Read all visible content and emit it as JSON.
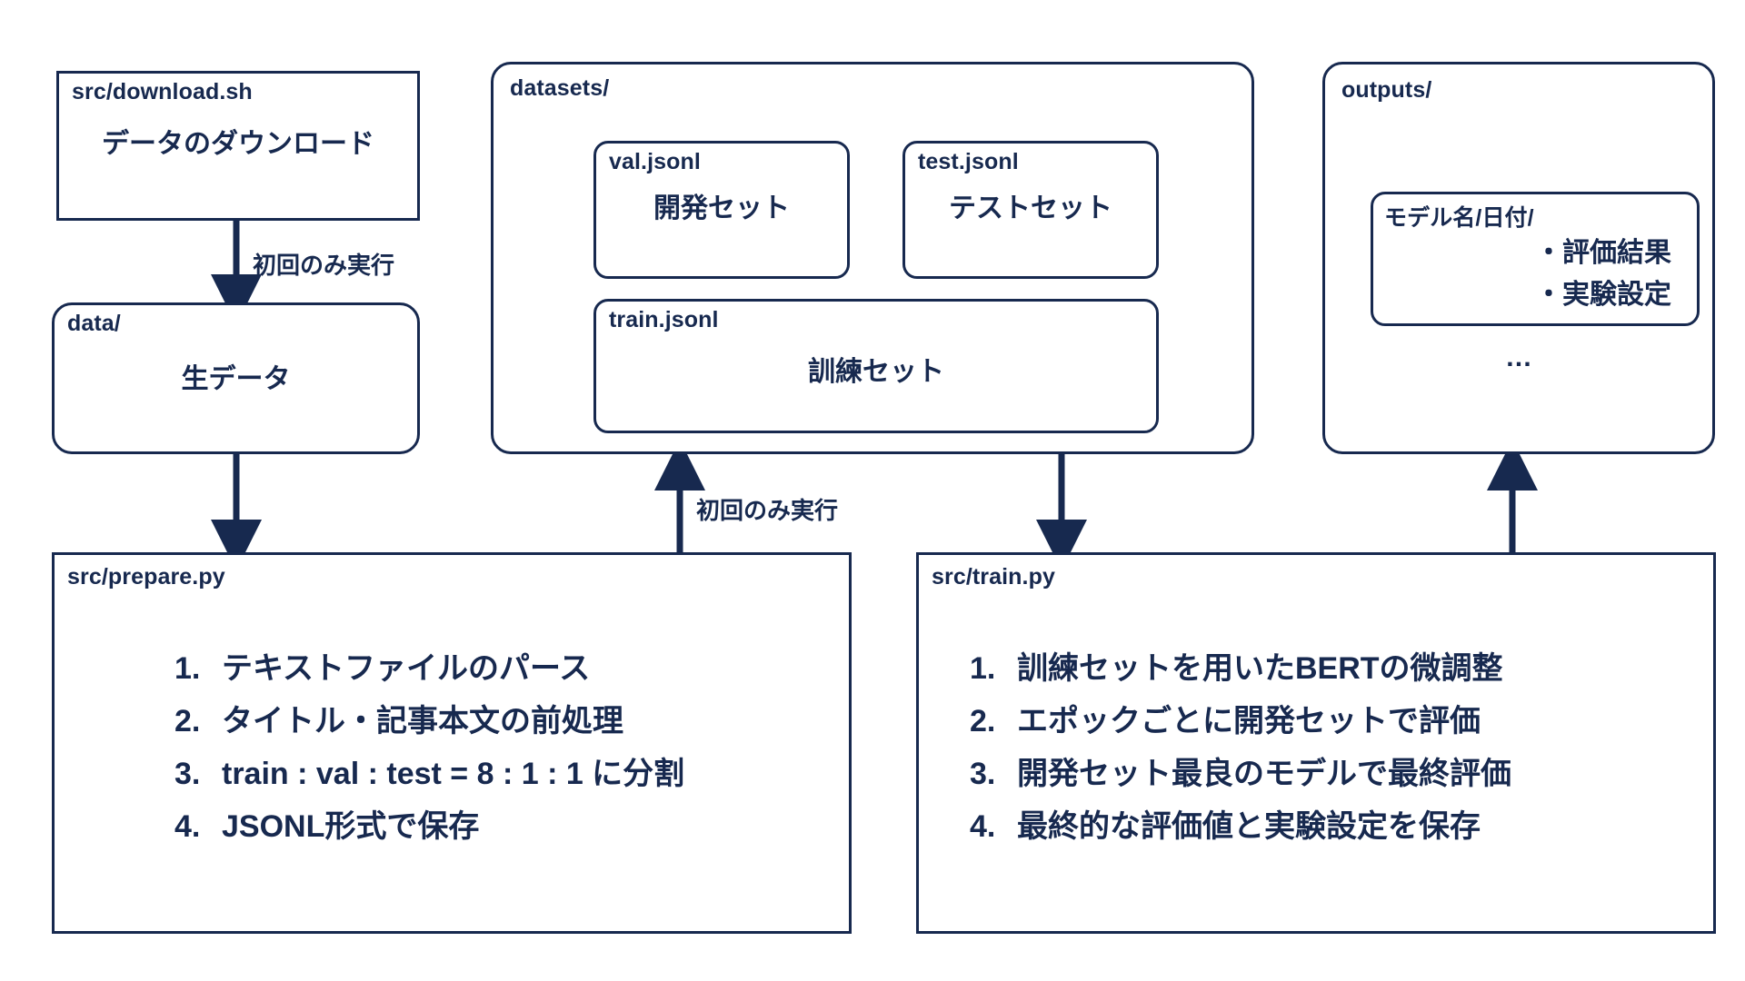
{
  "diagram": {
    "nodes": {
      "download_sh": {
        "caption": "src/download.sh",
        "body": "データのダウンロード"
      },
      "data_dir": {
        "caption": "data/",
        "body": "生データ"
      },
      "datasets_dir": {
        "caption": "datasets/"
      },
      "val_jsonl": {
        "caption": "val.jsonl",
        "body": "開発セット"
      },
      "test_jsonl": {
        "caption": "test.jsonl",
        "body": "テストセット"
      },
      "train_jsonl": {
        "caption": "train.jsonl",
        "body": "訓練セット"
      },
      "outputs_dir": {
        "caption": "outputs/",
        "ellipsis": "…"
      },
      "model_run_dir": {
        "caption": "モデル名/日付/",
        "bullets": [
          "・評価結果",
          "・実験設定"
        ]
      },
      "prepare_py": {
        "caption": "src/prepare.py",
        "steps": [
          {
            "num": "1.",
            "text": "テキストファイルのパース"
          },
          {
            "num": "2.",
            "text": "タイトル・記事本文の前処理"
          },
          {
            "num": "3.",
            "text": "train : val : test = 8 : 1 : 1 に分割"
          },
          {
            "num": "4.",
            "text": "JSONL形式で保存"
          }
        ]
      },
      "train_py": {
        "caption": "src/train.py",
        "steps": [
          {
            "num": "1.",
            "text": "訓練セットを用いたBERTの微調整"
          },
          {
            "num": "2.",
            "text": "エポックごとに開発セットで評価"
          },
          {
            "num": "3.",
            "text": "開発セット最良のモデルで最終評価"
          },
          {
            "num": "4.",
            "text": "最終的な評価値と実験設定を保存"
          }
        ]
      }
    },
    "edges": [
      {
        "id": "download-to-data",
        "label": "初回のみ実行"
      },
      {
        "id": "data-to-prepare",
        "label": ""
      },
      {
        "id": "prepare-to-datasets",
        "label": "初回のみ実行"
      },
      {
        "id": "datasets-to-train",
        "label": ""
      },
      {
        "id": "train-to-outputs",
        "label": ""
      }
    ],
    "colors": {
      "stroke": "#17294f",
      "background": "#ffffff"
    }
  }
}
